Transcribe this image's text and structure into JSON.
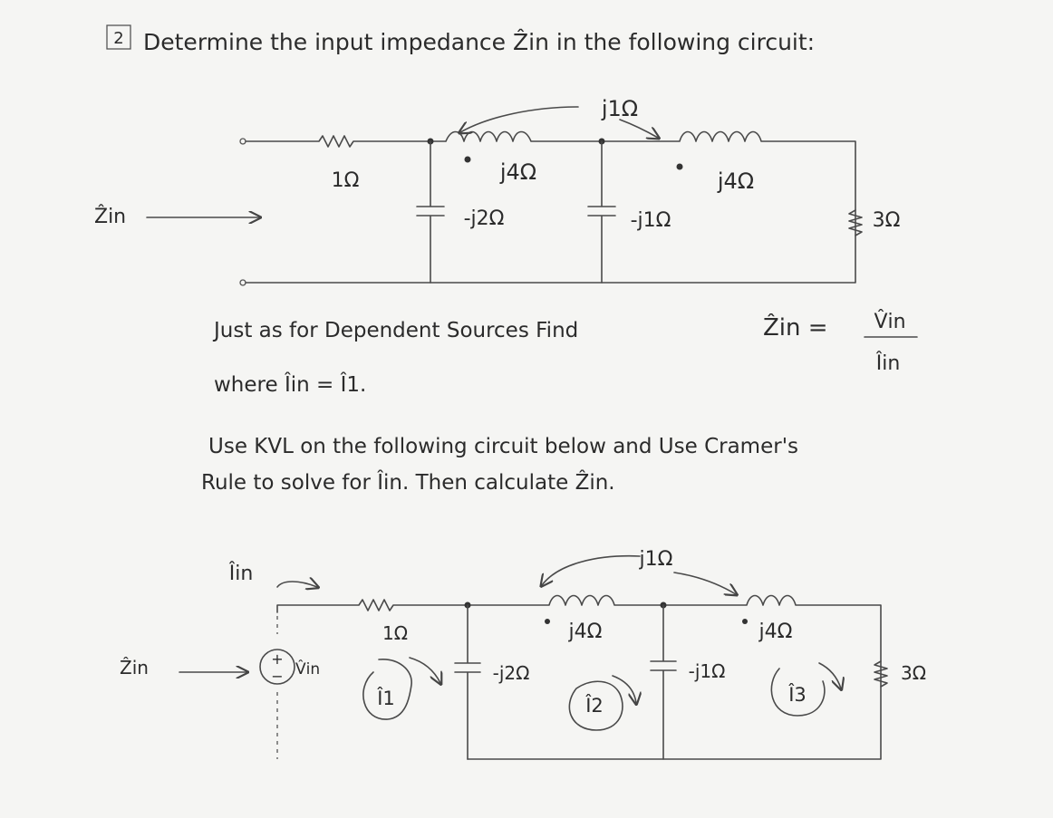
{
  "problem": {
    "number": "2",
    "title": "Determine the input impedance Ẑin in the following circuit:"
  },
  "circuit1": {
    "mutual_label": "j1Ω",
    "r1_label": "1Ω",
    "l1_label": "j4Ω",
    "l2_label": "j4Ω",
    "c1_label": "-j2Ω",
    "c2_label": "-j1Ω",
    "r2_label": "3Ω",
    "zin_label": "Ẑin"
  },
  "text": {
    "line1": "Just as for Dependent Sources Find",
    "zin_eq": "Ẑin =",
    "frac_num": "V̂in",
    "frac_den": "Îin",
    "line2": "where Îin = Î1.",
    "line3": "Use KVL on the following circuit below and Use Cramer's",
    "line4": "Rule to solve for Îin. Then calculate Ẑin."
  },
  "circuit2": {
    "iin_label": "Îin",
    "mutual_label": "j1Ω",
    "r1_label": "1Ω",
    "l1_label": "j4Ω",
    "l2_label": "j4Ω",
    "c1_label": "-j2Ω",
    "c2_label": "-j1Ω",
    "r2_label": "3Ω",
    "zin_label": "Ẑin",
    "vin_label": "V̂in",
    "plus_sign": "+",
    "minus_sign": "−",
    "i1_label": "Î1",
    "i2_label": "Î2",
    "i3_label": "Î3"
  }
}
